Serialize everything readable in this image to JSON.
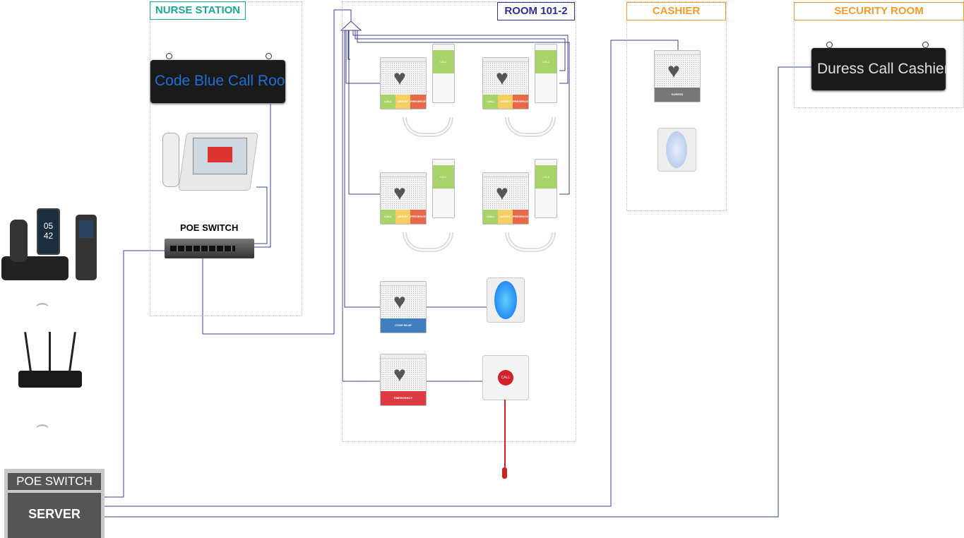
{
  "zones": {
    "nurse_station": "NURSE STATION",
    "room": "ROOM 101-2",
    "cashier": "CASHIER",
    "security_room": "SECURITY ROOM"
  },
  "signs": {
    "nurse": "Code Blue Call Roor",
    "security": "Duress Call Cashier"
  },
  "nurse_switch_label": "POE SWITCH",
  "server": {
    "switch_label": "POE SWITCH",
    "server_label": "SERVER"
  },
  "phone_time": {
    "hour": "05",
    "minute": "42"
  },
  "station_buttons": {
    "call": "CALL",
    "assist": "ASSIST",
    "presence": "PRESENCE",
    "code_blue": "CODE BLUE",
    "emergency": "EMERGENCY",
    "duress": "DURESS"
  },
  "handset_label": "CALL",
  "pull_cord_label": "CALL",
  "colors": {
    "line": "#3b3f91",
    "nurse": "#1aa89a",
    "room": "#2e3192",
    "orange": "#f39c2b",
    "call": "#a8d36a",
    "assist": "#f5cf62",
    "presence": "#e8684a",
    "code_blue": "#3f7fbf",
    "emergency": "#dd3a44",
    "duress": "#777777"
  }
}
